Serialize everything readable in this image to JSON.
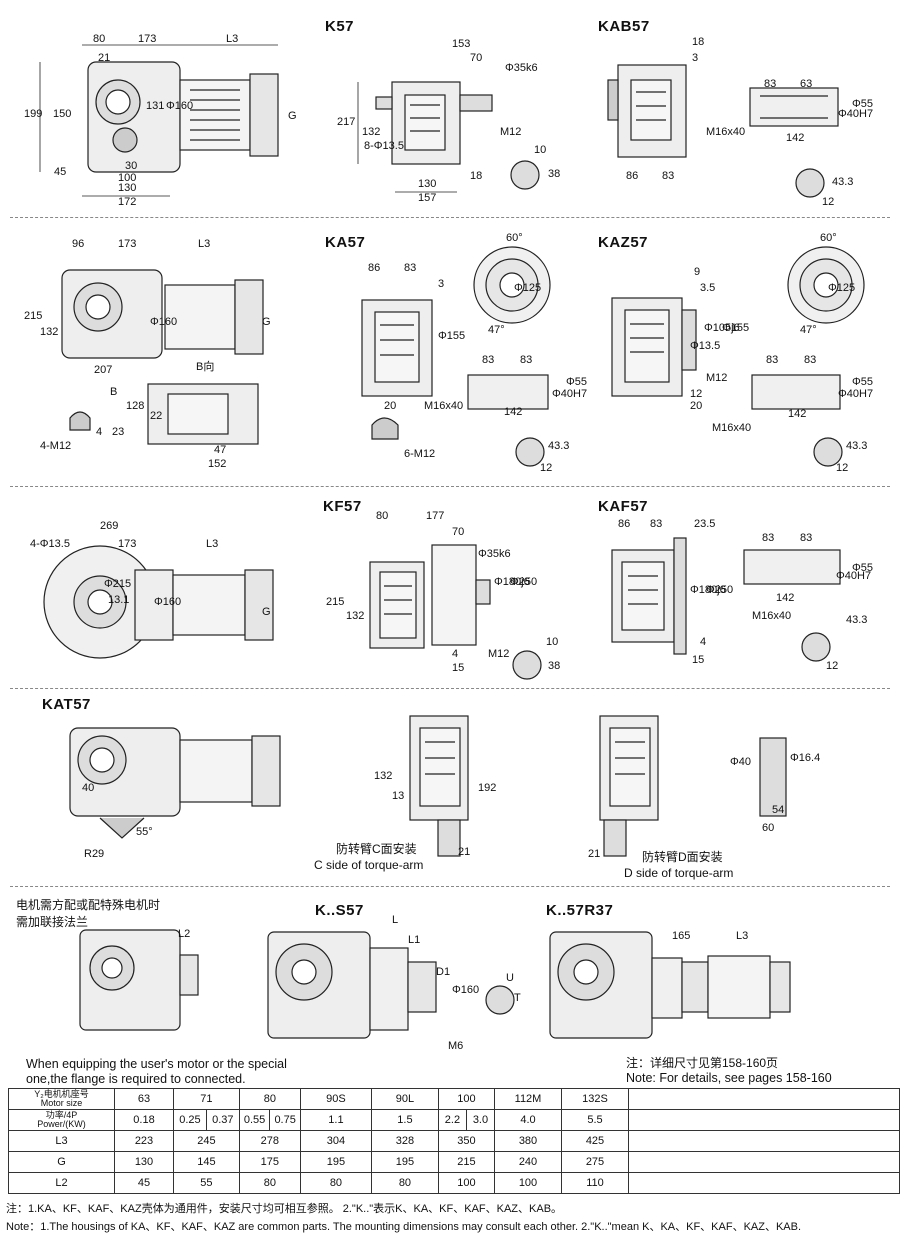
{
  "sections": {
    "k57": {
      "title": "K57",
      "dims": [
        "80",
        "173",
        "L3",
        "21",
        "199",
        "150",
        "131",
        "Φ160",
        "G",
        "45",
        "30",
        "100",
        "130",
        "172",
        "153",
        "70",
        "Φ35k6",
        "M12",
        "217",
        "132",
        "8-Φ13.5",
        "10",
        "38",
        "18",
        "130",
        "157"
      ]
    },
    "kab57": {
      "title": "KAB57",
      "dims": [
        "18",
        "3",
        "83",
        "63",
        "Φ55",
        "Φ40H7",
        "M16x40",
        "142",
        "86",
        "83",
        "43.3",
        "12"
      ]
    },
    "ka57": {
      "title": "KA57",
      "dims": [
        "96",
        "173",
        "L3",
        "215",
        "132",
        "Φ160",
        "G",
        "207",
        "B",
        "B向",
        "128",
        "22",
        "47",
        "152",
        "4-M12",
        "4",
        "23",
        "86",
        "83",
        "3",
        "Φ155",
        "60°",
        "Φ125",
        "47°",
        "83",
        "83",
        "Φ55",
        "Φ40H7",
        "M16x40",
        "142",
        "43.3",
        "12",
        "20",
        "6-M12"
      ]
    },
    "kaz57": {
      "title": "KAZ57",
      "dims": [
        "9",
        "3.5",
        "Φ13.5",
        "Φ105j6",
        "Φ155",
        "M12",
        "20",
        "12",
        "60°",
        "Φ125",
        "47°",
        "83",
        "83",
        "Φ55",
        "Φ40H7",
        "M16x40",
        "142",
        "43.3",
        "12"
      ]
    },
    "kf57": {
      "title": "KF57",
      "dims": [
        "269",
        "4-Φ13.5",
        "173",
        "L3",
        "Φ215",
        "13.1",
        "Φ160",
        "G",
        "80",
        "177",
        "70",
        "Φ35k6",
        "Φ180j6",
        "Φ250",
        "215",
        "132",
        "M12",
        "4",
        "15",
        "10",
        "38"
      ]
    },
    "kaf57": {
      "title": "KAF57",
      "dims": [
        "86",
        "83",
        "23.5",
        "Φ180j6",
        "Φ250",
        "4",
        "15",
        "83",
        "83",
        "Φ55",
        "Φ40H7",
        "142",
        "M16x40",
        "43.3",
        "12"
      ]
    },
    "kat57": {
      "title": "KAT57",
      "dims": [
        "40",
        "R29",
        "55°",
        "132",
        "13",
        "192",
        "21",
        "21",
        "Φ40",
        "Φ16.4",
        "54",
        "60"
      ],
      "c_side_cn": "防转臂C面安装",
      "c_side_en": "C side of torque-arm",
      "d_side_cn": "防转臂D面安装",
      "d_side_en": "D side of torque-arm"
    },
    "motor_note": {
      "cn_line1": "电机需方配或配特殊电机时",
      "cn_line2": "需加联接法兰"
    },
    "ks57": {
      "title": "K..S57",
      "dims": [
        "L2",
        "L",
        "L1",
        "D1",
        "Φ160",
        "U",
        "T",
        "M6"
      ]
    },
    "kr37": {
      "title": "K..57R37",
      "dims": [
        "165",
        "L3"
      ]
    },
    "equip_note": {
      "line1": "When equipping the user's motor or the special",
      "line2": "one,the flange is required to connected."
    },
    "detail_note": {
      "cn": "注：详细尺寸见第158-160页",
      "en": "Note: For details, see pages 158-160"
    }
  },
  "table": {
    "row_headers": {
      "motor_size_cn": "Y₂电机机座号",
      "motor_size_en": "Motor size",
      "power_cn": "功率/4P",
      "power_en": "Power/(KW)",
      "l3": "L3",
      "g": "G",
      "l2": "L2"
    },
    "motor_sizes": [
      "63",
      "71",
      "80",
      "90S",
      "90L",
      "100",
      "112M",
      "132S"
    ],
    "power": [
      "0.18",
      "0.25",
      "0.37",
      "0.55",
      "0.75",
      "1.1",
      "1.5",
      "2.2",
      "3.0",
      "4.0",
      "5.5"
    ],
    "l3": [
      "223",
      "245",
      "278",
      "304",
      "328",
      "350",
      "380",
      "425"
    ],
    "g": [
      "130",
      "145",
      "175",
      "195",
      "195",
      "215",
      "240",
      "275"
    ],
    "l2": [
      "45",
      "55",
      "80",
      "80",
      "80",
      "100",
      "100",
      "110"
    ]
  },
  "footnotes": {
    "cn": "注：1.KA、KF、KAF、KAZ壳体为通用件，安装尺寸均可相互参照。   2.\"K..\"表示K、KA、KF、KAF、KAZ、KAB。",
    "en": "Note：1.The housings of KA、KF、KAF、KAZ are common parts. The mounting dimensions may consult each other.    2.\"K..\"mean K、KA、KF、KAF、KAZ、KAB."
  }
}
